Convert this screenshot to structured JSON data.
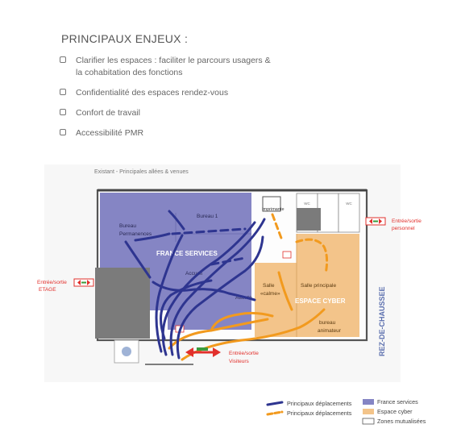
{
  "heading": "PRINCIPAUX ENJEUX :",
  "enjeux": [
    {
      "line1": "Clarifier les espaces : faciliter le parcours usagers &",
      "line2": "la cohabitation des fonctions"
    },
    {
      "line1": "Confidentialité des espaces rendez-vous"
    },
    {
      "line1": "Confort de travail"
    },
    {
      "line1": "Accessibilité PMR"
    }
  ],
  "plan": {
    "caption": "Existant - Principales allées & venues",
    "rooms": {
      "bureau_1": "Bureau 1",
      "bureau_perm_1": "Bureau",
      "bureau_perm_2": "Permanences",
      "france_services": "FRANCE SERVICES",
      "accueil": "Accueil",
      "attente": "Attente",
      "imprimante": "Imprimante",
      "wc_1": "WC",
      "wc_2": "WC",
      "salle_calme_1": "Salle",
      "salle_calme_2": "«calme»",
      "salle_principale": "Salle principale",
      "espace_cyber": "ESPACE CYBER",
      "bureau_anim_1": "bureau",
      "bureau_anim_2": "animateur",
      "rdc": "REZ-DE-CHAUSSEE"
    },
    "entrances": {
      "personnel_1": "Entrée/sortie",
      "personnel_2": "personnel",
      "etage_1": "Entrée/sortie",
      "etage_2": "ETAGE",
      "visiteurs_1": "Entrée/sortie",
      "visiteurs_2": "Visiteurs"
    },
    "colors": {
      "france_services": "#8585c4",
      "espace_cyber": "#f3c48a",
      "route_france": "#2e3590",
      "route_cyber": "#f29a1e",
      "entrance": "#e2302c",
      "walls": "#555555",
      "grey_block": "#7b7b7b"
    }
  },
  "legend": {
    "route_france": "Principaux déplacements",
    "route_cyber": "Principaux déplacements",
    "zone_france": "France services",
    "zone_cyber": "Espace cyber",
    "zone_mutual": "Zones mutualisées"
  }
}
